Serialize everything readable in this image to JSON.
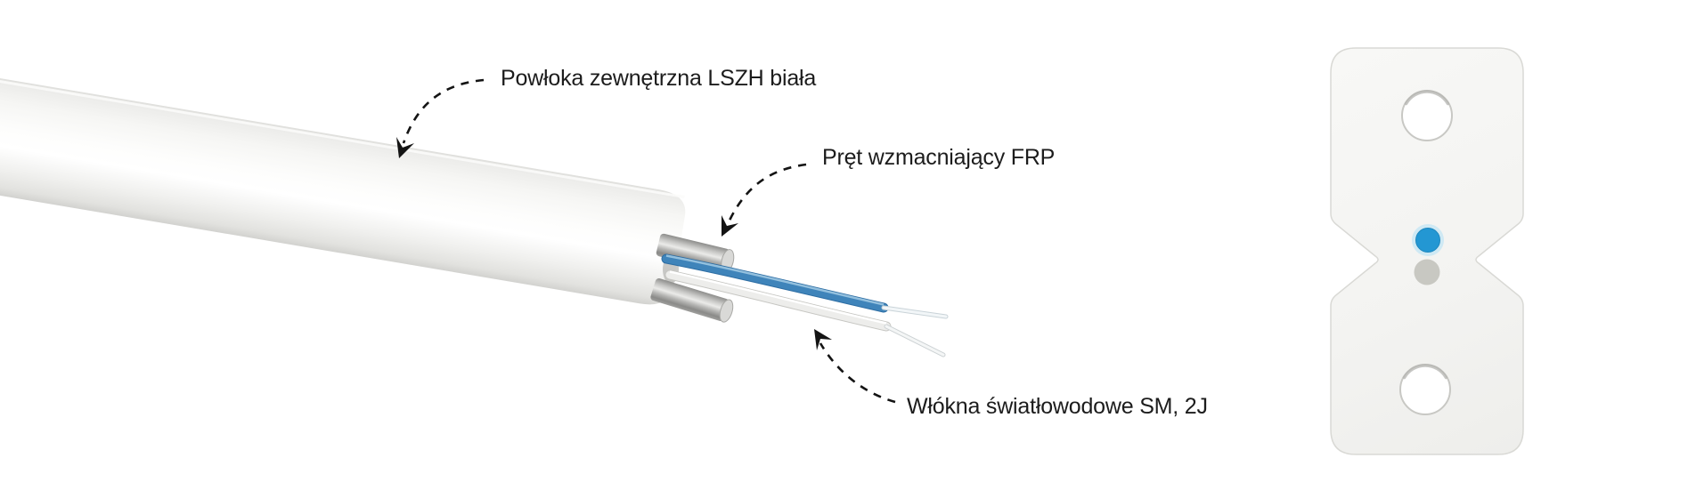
{
  "diagram": {
    "annotations": [
      {
        "label": "Powłoka zewnętrzna LSZH biała"
      },
      {
        "label": "Pręt wzmacniający FRP"
      },
      {
        "label": "Włókna światłowodowe SM, 2J"
      }
    ],
    "colors": {
      "background": "#ffffff",
      "label_text": "#1c1c1c",
      "leader_line": "#141414",
      "jacket_white": "#f5f5f3",
      "frp_rod_metal": "#c4c4c2",
      "fiber_blue": "#3f84ba",
      "fiber_white": "#ededeb",
      "cross_section_body": "#f3f3f1",
      "cross_section_dot_blue": "#2397d3",
      "cross_section_dot_gray": "#c8c8c2"
    }
  }
}
